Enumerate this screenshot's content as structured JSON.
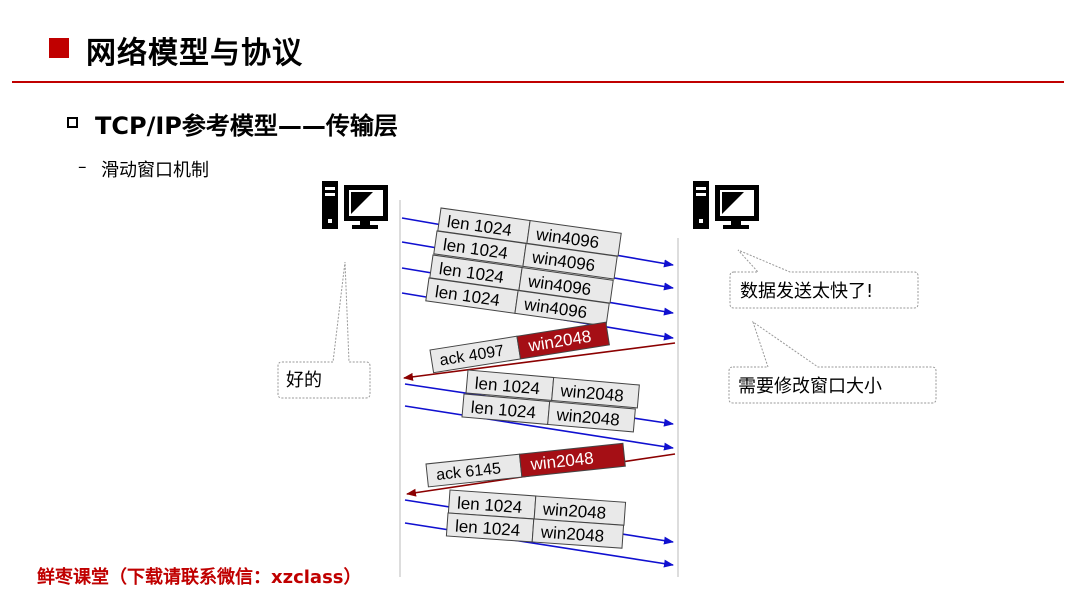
{
  "header": {
    "title": "网络模型与协议"
  },
  "section": {
    "subtitle": "TCP/IP参考模型——传输层",
    "item_dash": "–",
    "item": "滑动窗口机制"
  },
  "diagram": {
    "icons": [
      "computer-icon",
      "computer-icon"
    ],
    "packets": [
      {
        "len": "len 1024",
        "win": "win4096"
      },
      {
        "len": "len 1024",
        "win": "win4096"
      },
      {
        "len": "len 1024",
        "win": "win4096"
      },
      {
        "len": "len 1024",
        "win": "win4096"
      },
      {
        "ack": "ack 4097",
        "win": "win2048"
      },
      {
        "len": "len 1024",
        "win": "win2048"
      },
      {
        "len": "len 1024",
        "win": "win2048"
      },
      {
        "ack": "ack 6145",
        "win": "win2048"
      },
      {
        "len": "len 1024",
        "win": "win2048"
      },
      {
        "len": "len 1024",
        "win": "win2048"
      }
    ],
    "callouts": {
      "sender_reply": "好的",
      "receiver_complaint": "数据发送太快了!",
      "receiver_action": "需要修改窗口大小"
    },
    "colors": {
      "data_arrow": "#1010d0",
      "ack_arrow": "#8b0000",
      "ack_fill": "#a50f15",
      "cell_fill": "#e9e9e9"
    }
  },
  "footer": {
    "text": "鲜枣课堂（下载请联系微信：xzclass）"
  }
}
